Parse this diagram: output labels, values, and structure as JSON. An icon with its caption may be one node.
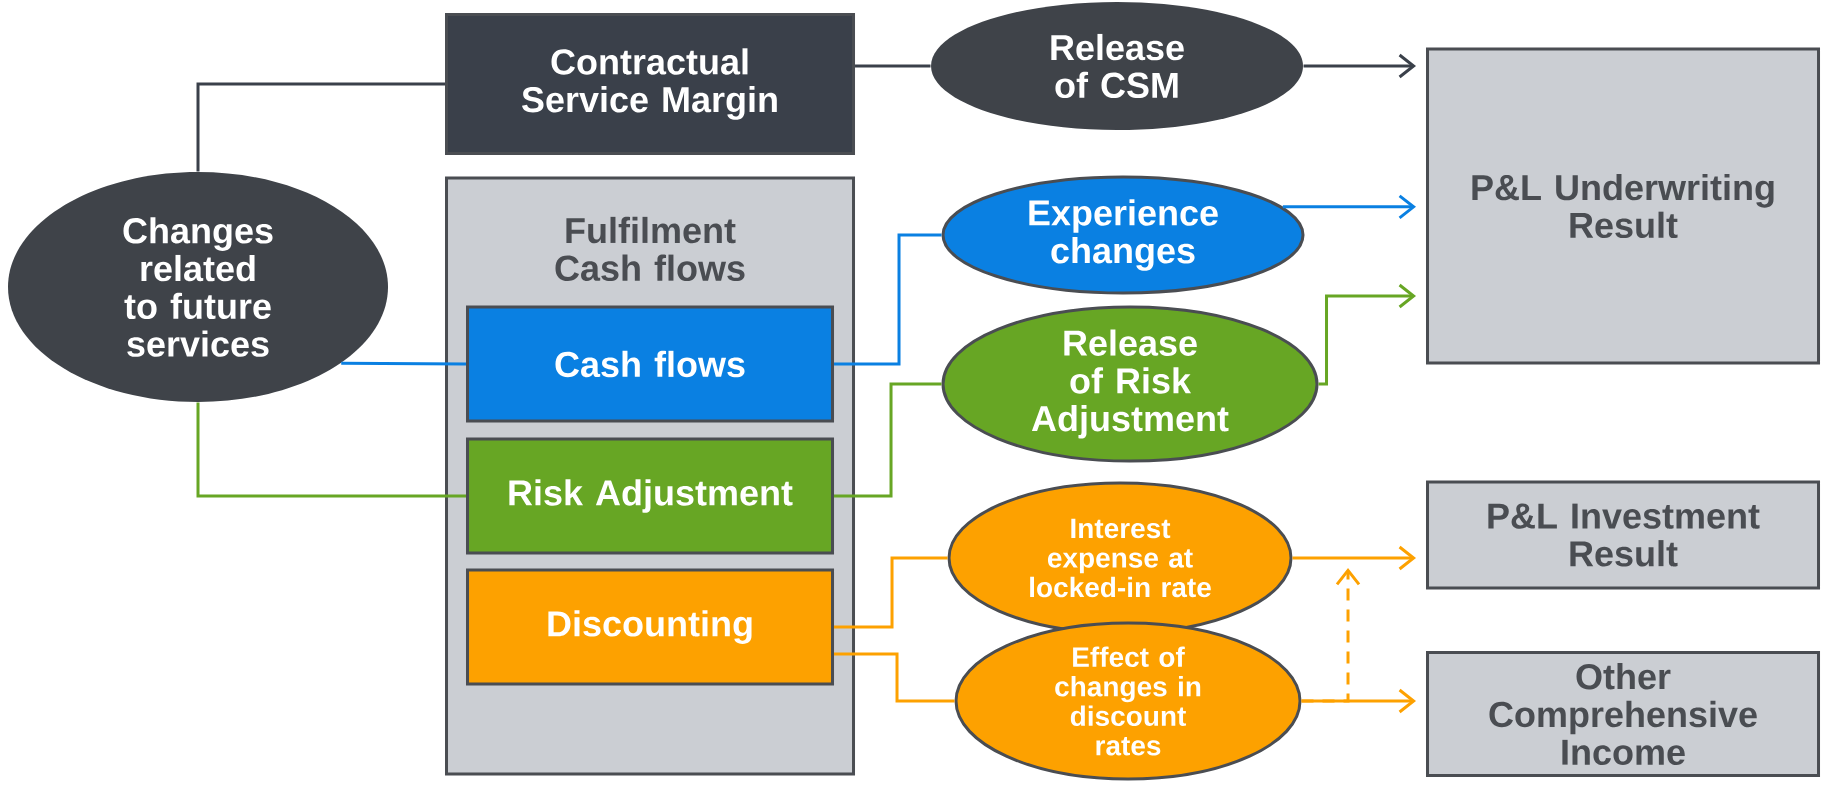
{
  "diagram": {
    "nodes": [
      {
        "text": [
          "Changes related to future services"
        ]
      },
      {
        "text": [
          "Contractual Service Margin"
        ]
      },
      {
        "text": [
          "Fulfilment Cash flows"
        ]
      },
      {
        "text": [
          "Cash flows"
        ],
        "in": 2
      },
      {
        "text": [
          "Risk Adjustment"
        ],
        "in": 2
      },
      {
        "text": [
          "Discounting"
        ],
        "in": 2
      },
      {
        "text": [
          "Release of CSM"
        ]
      },
      {
        "text": [
          "Experience changes"
        ]
      },
      {
        "text": [
          "Release of Risk Adjustment"
        ]
      },
      {
        "text": [
          "Interest expense at locked-in rate"
        ]
      },
      {
        "text": [
          "Effect of changes in discount rates"
        ]
      },
      {
        "text": [
          "P&L Underwriting Result"
        ]
      },
      {
        "text": [
          "P&L Investment Result"
        ]
      },
      {
        "text": [
          "Other Comprehensive Income"
        ]
      }
    ],
    "edges": [
      {
        "from": 0,
        "to": 1,
        "arrow": "none",
        "color": "#3a404a"
      },
      {
        "from": 1,
        "to": 6,
        "arrow": "none",
        "color": "#3a404a"
      },
      {
        "from": 6,
        "to": 11,
        "arrow": "to",
        "color": "#3a404a"
      },
      {
        "from": 0,
        "to": 3,
        "arrow": "none",
        "color": "#0a80e2"
      },
      {
        "from": 0,
        "to": 4,
        "arrow": "none",
        "color": "#67a624"
      },
      {
        "from": 3,
        "to": 7,
        "arrow": "none",
        "color": "#0a80e2"
      },
      {
        "from": 7,
        "to": 11,
        "arrow": "to",
        "color": "#0a80e2"
      },
      {
        "from": 4,
        "to": 8,
        "arrow": "none",
        "color": "#67a624"
      },
      {
        "from": 8,
        "to": 11,
        "arrow": "to",
        "color": "#67a624"
      },
      {
        "from": 5,
        "to": 9,
        "arrow": "none",
        "color": "#fda100"
      },
      {
        "from": 5,
        "to": 10,
        "arrow": "none",
        "color": "#fda100"
      },
      {
        "from": 9,
        "to": 12,
        "arrow": "to",
        "color": "#fda100"
      },
      {
        "from": 10,
        "to": 13,
        "arrow": "to",
        "color": "#fda100"
      },
      {
        "from": 10,
        "to": null,
        "arrow": "to",
        "style": "dashed",
        "color": "#fda100"
      }
    ]
  }
}
